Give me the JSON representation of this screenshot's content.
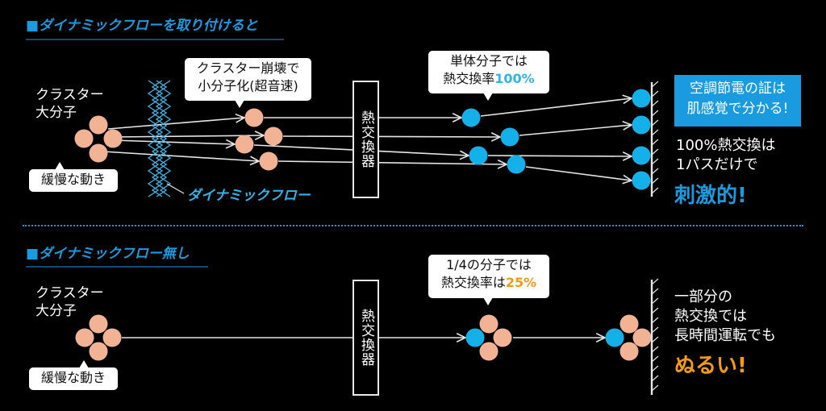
{
  "colors": {
    "background": "#000000",
    "accent_blue": "#1a9be0",
    "molecule_blue": "#14b0ea",
    "molecule_peach": "#f2b394",
    "highlight_orange": "#f39a16",
    "line": "#e6e6e6"
  },
  "top": {
    "heading": "■ダイナミックフローを取り付けると",
    "cluster_label": [
      "クラスター",
      "大分子"
    ],
    "slow_motion_bubble": "緩慢な動き",
    "breakup_bubble": [
      "クラスター崩壊で",
      "小分子化(超音速)"
    ],
    "dynamic_flow_label": "ダイナミックフロー",
    "heat_exchanger": "熱交換器",
    "single_molecule_bubble": {
      "line1": "単体分子では",
      "line2_prefix": "熱交換率",
      "line2_highlight": "100%"
    },
    "callout_box": [
      "空調節電の証は",
      "肌感覚で分かる!"
    ],
    "result_text": [
      "100%熱交換は",
      "1パスだけで"
    ],
    "result_emphasis": "刺激的!"
  },
  "bottom": {
    "heading": "■ダイナミックフロー無し",
    "cluster_label": [
      "クラスター",
      "大分子"
    ],
    "slow_motion_bubble": "緩慢な動き",
    "heat_exchanger": "熱交換器",
    "quarter_bubble": {
      "line1": "1/4の分子では",
      "line2_prefix": "熱交換率は",
      "line2_highlight": "25%"
    },
    "result_text": [
      "一部分の",
      "熱交換では",
      "長時間運転でも"
    ],
    "result_emphasis": "ぬるい!"
  }
}
